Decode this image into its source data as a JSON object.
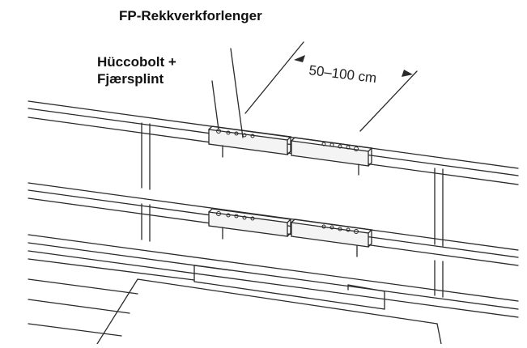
{
  "labels": {
    "extender": "FP-Rekkverkforlenger",
    "bolt_line1": "Hüccobolt +",
    "bolt_line2": "Fjærsplint",
    "distance": "50–100 cm"
  },
  "colors": {
    "line": "#2a2a2a",
    "rail_fill": "#f4f4f4",
    "background": "#ffffff"
  }
}
